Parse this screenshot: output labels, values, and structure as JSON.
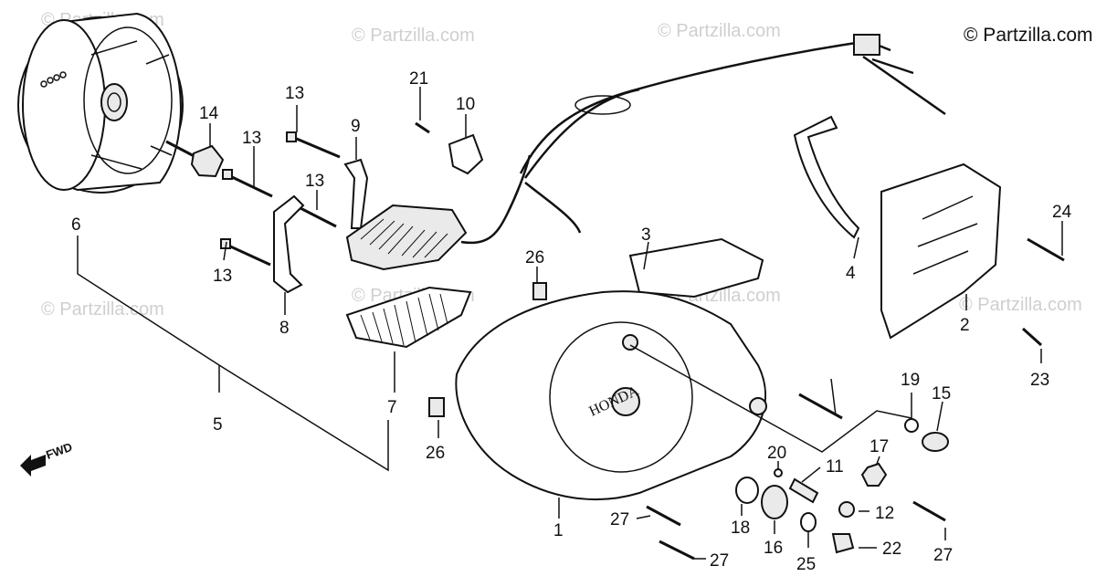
{
  "copyright": "© Partzilla.com",
  "watermark": "© Partzilla.com",
  "direction_label": "FWD",
  "brand_cast_text": "HONDA",
  "callouts": [
    {
      "id": "p1",
      "label": "1"
    },
    {
      "id": "p2",
      "label": "2"
    },
    {
      "id": "p3",
      "label": "3"
    },
    {
      "id": "p4",
      "label": "4"
    },
    {
      "id": "p5",
      "label": "5"
    },
    {
      "id": "p6",
      "label": "6"
    },
    {
      "id": "p7",
      "label": "7"
    },
    {
      "id": "p8",
      "label": "8"
    },
    {
      "id": "p9",
      "label": "9"
    },
    {
      "id": "p10",
      "label": "10"
    },
    {
      "id": "p11",
      "label": "11"
    },
    {
      "id": "p12",
      "label": "12"
    },
    {
      "id": "p13a",
      "label": "13"
    },
    {
      "id": "p13b",
      "label": "13"
    },
    {
      "id": "p13c",
      "label": "13"
    },
    {
      "id": "p13d",
      "label": "13"
    },
    {
      "id": "p14",
      "label": "14"
    },
    {
      "id": "p15",
      "label": "15"
    },
    {
      "id": "p16",
      "label": "16"
    },
    {
      "id": "p17",
      "label": "17"
    },
    {
      "id": "p18",
      "label": "18"
    },
    {
      "id": "p19",
      "label": "19"
    },
    {
      "id": "p20",
      "label": "20"
    },
    {
      "id": "p21",
      "label": "21"
    },
    {
      "id": "p22",
      "label": "22"
    },
    {
      "id": "p23",
      "label": "23"
    },
    {
      "id": "p24",
      "label": "24"
    },
    {
      "id": "p25",
      "label": "25"
    },
    {
      "id": "p26a",
      "label": "26"
    },
    {
      "id": "p26b",
      "label": "26"
    },
    {
      "id": "p27a",
      "label": "27"
    },
    {
      "id": "p27b",
      "label": "27"
    },
    {
      "id": "p27c",
      "label": "27"
    }
  ]
}
